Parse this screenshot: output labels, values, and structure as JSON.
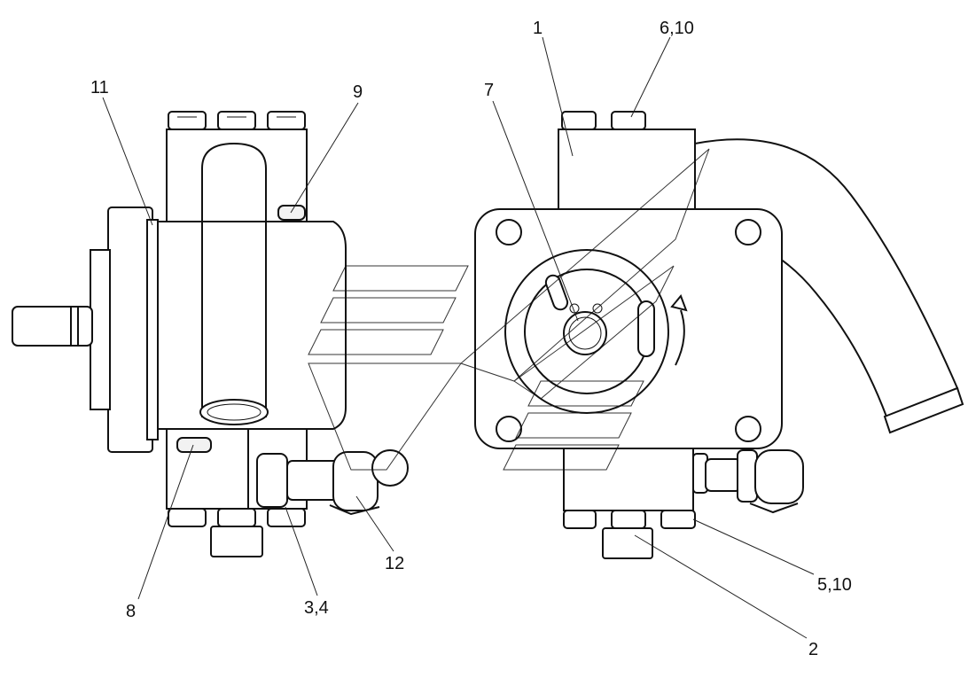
{
  "callouts": [
    {
      "id": "c1",
      "label": "1"
    },
    {
      "id": "c2",
      "label": "2"
    },
    {
      "id": "c3",
      "label": "3,4"
    },
    {
      "id": "c5",
      "label": "5,10"
    },
    {
      "id": "c6",
      "label": "6,10"
    },
    {
      "id": "c7",
      "label": "7"
    },
    {
      "id": "c8",
      "label": "8"
    },
    {
      "id": "c9",
      "label": "9"
    },
    {
      "id": "c11",
      "label": "11"
    },
    {
      "id": "c12",
      "label": "12"
    }
  ]
}
